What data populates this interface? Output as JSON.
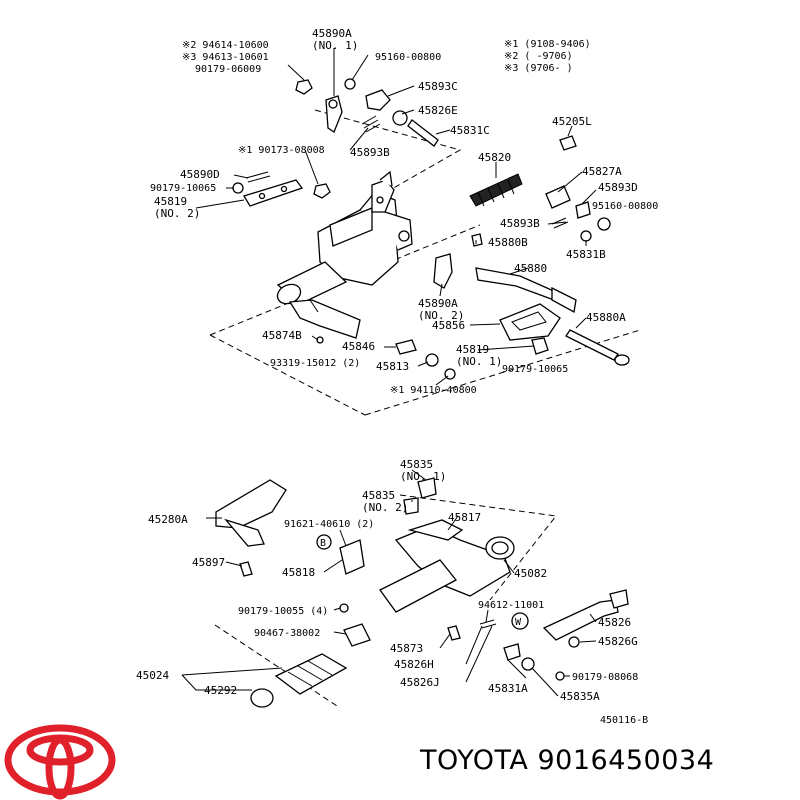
{
  "callouts": {
    "p45890a_top": "45890A",
    "p45890a_top_no": "(NO. 1)",
    "note2_94614": "※2 94614-10600",
    "note3_94613": "※3 94613-10601",
    "p90179_06009": "90179-06009",
    "p95160_00800_top": "95160-00800",
    "p45893c": "45893C",
    "p45826e": "45826E",
    "p45831c": "45831C",
    "p45893b": "45893B",
    "legend_1": "※1 (9108-9406)",
    "legend_2": "※2 (      -9706)",
    "legend_3": "※3 (9706-     )",
    "p45205l": "45205L",
    "note1_90173": "※1 90173-08008",
    "p45820": "45820",
    "p45827a": "45827A",
    "p45890d": "45890D",
    "p45893d": "45893D",
    "p90179_10065_left": "90179-10065",
    "p95160_00800_right": "95160-00800",
    "p45819_left": "45819",
    "p45819_left_no": "(NO. 2)",
    "p45893b_right": "45893B",
    "p45880b": "45880B",
    "p45831b": "45831B",
    "p45880": "45880",
    "p45890a_mid": "45890A",
    "p45890a_mid_no": "(NO. 2)",
    "p45874b": "45874B",
    "p45856": "45856",
    "p45880a": "45880A",
    "p45846": "45846",
    "p45819_mid": "45819",
    "p45819_mid_no": "(NO. 1)",
    "p93319": "93319-15012 (2)",
    "p45813": "45813",
    "p90179_10065_mid": "90179-10065",
    "note1_94110": "※1 94110-40800",
    "p45835_no1": "45835",
    "p45835_no1_no": "(NO. 1)",
    "p45835_no2": "45835",
    "p45835_no2_no": "(NO. 2)",
    "p45817": "45817",
    "p45280a": "45280A",
    "p91621": "91621-40610 (2)",
    "marker_b": "B",
    "p45897": "45897",
    "p45818": "45818",
    "p45082": "45082",
    "p90179_10055": "90179-10055 (4)",
    "p94612": "94612-11001",
    "marker_w": "W",
    "p45826": "45826",
    "p90467": "90467-38002",
    "p45826g": "45826G",
    "p45873": "45873",
    "p45826h": "45826H",
    "p90179_08068": "90179-08068",
    "p45024": "45024",
    "p45292": "45292",
    "p45826j": "45826J",
    "p45831a": "45831A",
    "p45835a": "45835A",
    "diagram_id": "450116-B"
  },
  "footer": {
    "brand_part": "TOYOTA 9016450034"
  },
  "colors": {
    "logo_red": "#e0202a",
    "ink": "#000000",
    "background": "#ffffff"
  }
}
